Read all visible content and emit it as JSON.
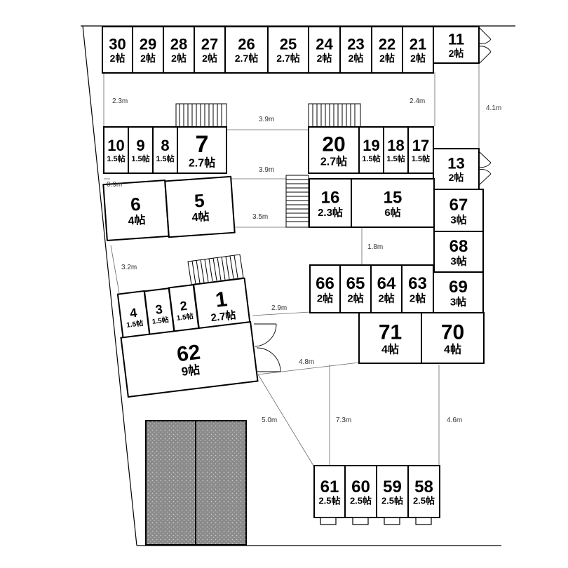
{
  "rooms": [
    {
      "id": "r30",
      "num": "30",
      "size": "2帖"
    },
    {
      "id": "r29",
      "num": "29",
      "size": "2帖"
    },
    {
      "id": "r28",
      "num": "28",
      "size": "2帖"
    },
    {
      "id": "r27",
      "num": "27",
      "size": "2帖"
    },
    {
      "id": "r26",
      "num": "26",
      "size": "2.7帖"
    },
    {
      "id": "r25",
      "num": "25",
      "size": "2.7帖"
    },
    {
      "id": "r24",
      "num": "24",
      "size": "2帖"
    },
    {
      "id": "r23",
      "num": "23",
      "size": "2帖"
    },
    {
      "id": "r22",
      "num": "22",
      "size": "2帖"
    },
    {
      "id": "r21",
      "num": "21",
      "size": "2帖"
    },
    {
      "id": "r11",
      "num": "11",
      "size": "2帖"
    },
    {
      "id": "r10",
      "num": "10",
      "size": "1.5帖"
    },
    {
      "id": "r9",
      "num": "9",
      "size": "1.5帖"
    },
    {
      "id": "r8",
      "num": "8",
      "size": "1.5帖"
    },
    {
      "id": "r7",
      "num": "7",
      "size": "2.7帖"
    },
    {
      "id": "r20",
      "num": "20",
      "size": "2.7帖"
    },
    {
      "id": "r19",
      "num": "19",
      "size": "1.5帖"
    },
    {
      "id": "r18",
      "num": "18",
      "size": "1.5帖"
    },
    {
      "id": "r17",
      "num": "17",
      "size": "1.5帖"
    },
    {
      "id": "r13",
      "num": "13",
      "size": "2帖"
    },
    {
      "id": "r6",
      "num": "6",
      "size": "4帖"
    },
    {
      "id": "r5",
      "num": "5",
      "size": "4帖"
    },
    {
      "id": "r16",
      "num": "16",
      "size": "2.3帖"
    },
    {
      "id": "r15",
      "num": "15",
      "size": "6帖"
    },
    {
      "id": "r67",
      "num": "67",
      "size": "3帖"
    },
    {
      "id": "r68",
      "num": "68",
      "size": "3帖"
    },
    {
      "id": "r66",
      "num": "66",
      "size": "2帖"
    },
    {
      "id": "r65",
      "num": "65",
      "size": "2帖"
    },
    {
      "id": "r64",
      "num": "64",
      "size": "2帖"
    },
    {
      "id": "r63",
      "num": "63",
      "size": "2帖"
    },
    {
      "id": "r69",
      "num": "69",
      "size": "3帖"
    },
    {
      "id": "r71",
      "num": "71",
      "size": "4帖"
    },
    {
      "id": "r70",
      "num": "70",
      "size": "4帖"
    },
    {
      "id": "r4",
      "num": "4",
      "size": "1.5帖"
    },
    {
      "id": "r3",
      "num": "3",
      "size": "1.5帖"
    },
    {
      "id": "r2",
      "num": "2",
      "size": "1.5帖"
    },
    {
      "id": "r1",
      "num": "1",
      "size": "2.7帖"
    },
    {
      "id": "r62",
      "num": "62",
      "size": "9帖"
    },
    {
      "id": "r61",
      "num": "61",
      "size": "2.5帖"
    },
    {
      "id": "r60",
      "num": "60",
      "size": "2.5帖"
    },
    {
      "id": "r59",
      "num": "59",
      "size": "2.5帖"
    },
    {
      "id": "r58",
      "num": "58",
      "size": "2.5帖"
    }
  ],
  "distances": [
    {
      "id": "d1",
      "label": "2.3m"
    },
    {
      "id": "d2",
      "label": "2.4m"
    },
    {
      "id": "d3",
      "label": "4.1m"
    },
    {
      "id": "d4",
      "label": "3.9m"
    },
    {
      "id": "d5",
      "label": "3.9m"
    },
    {
      "id": "d6",
      "label": "0.9m"
    },
    {
      "id": "d7",
      "label": "3.5m"
    },
    {
      "id": "d8",
      "label": "1.8m"
    },
    {
      "id": "d9",
      "label": "3.2m"
    },
    {
      "id": "d10",
      "label": "2.9m"
    },
    {
      "id": "d11",
      "label": "4.8m"
    },
    {
      "id": "d12",
      "label": "5.0m"
    },
    {
      "id": "d13",
      "label": "7.3m"
    },
    {
      "id": "d14",
      "label": "4.6m"
    }
  ]
}
